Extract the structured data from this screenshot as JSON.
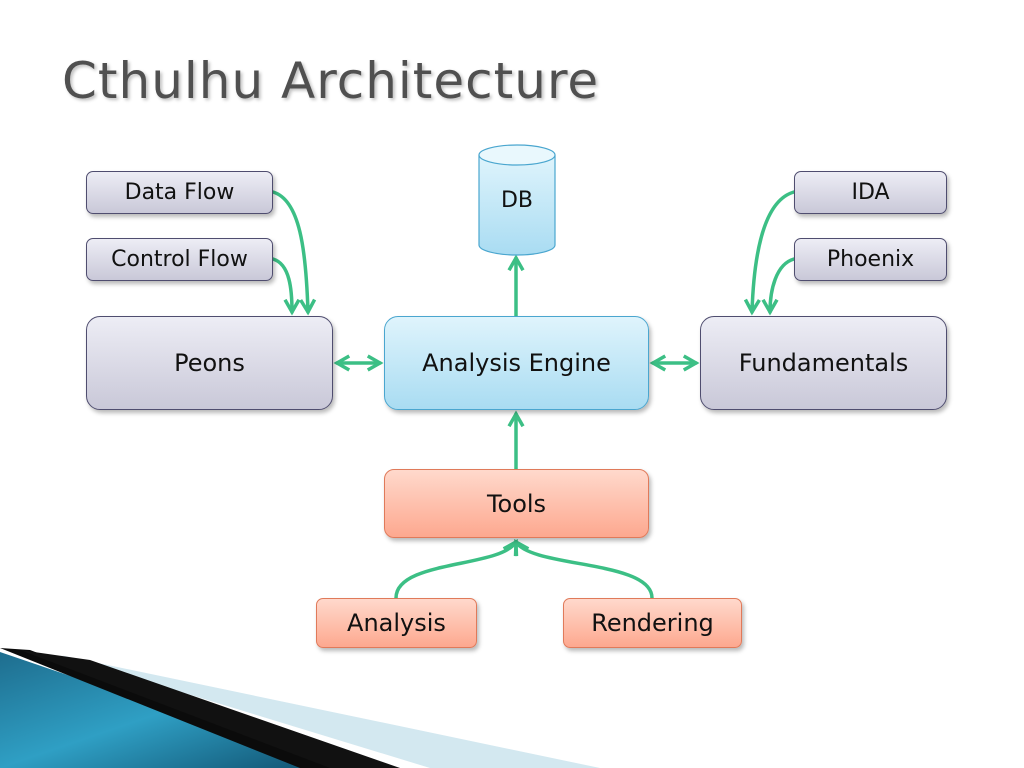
{
  "slide": {
    "title": "Cthulhu Architecture"
  },
  "nodes": {
    "data_flow": "Data Flow",
    "control_flow": "Control Flow",
    "peons": "Peons",
    "analysis_engine": "Analysis Engine",
    "db": "DB",
    "fundamentals": "Fundamentals",
    "ida": "IDA",
    "phoenix": "Phoenix",
    "tools": "Tools",
    "analysis": "Analysis",
    "rendering": "Rendering"
  },
  "edges": [
    {
      "from": "Data Flow",
      "to": "Peons"
    },
    {
      "from": "Control Flow",
      "to": "Peons"
    },
    {
      "from": "IDA",
      "to": "Fundamentals"
    },
    {
      "from": "Phoenix",
      "to": "Fundamentals"
    },
    {
      "from": "Analysis Engine",
      "to": "DB"
    },
    {
      "from": "Tools",
      "to": "Analysis Engine"
    },
    {
      "from": "Analysis",
      "to": "Tools"
    },
    {
      "from": "Rendering",
      "to": "Tools"
    },
    {
      "from": "Peons",
      "to": "Analysis Engine",
      "bidirectional": true
    },
    {
      "from": "Analysis Engine",
      "to": "Fundamentals",
      "bidirectional": true
    }
  ],
  "colors": {
    "connector": "#3cbf85",
    "grey_node": "#c9c8d8",
    "blue_node": "#a9dcf2",
    "orange_node": "#fda88f",
    "title": "#505050"
  }
}
